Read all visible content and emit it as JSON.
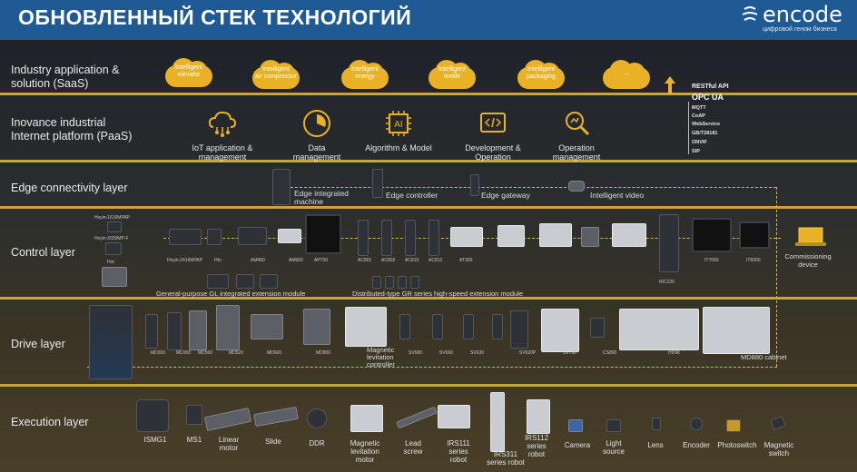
{
  "header": {
    "title": "ОБНОВЛЕННЫЙ СТЕК ТЕХНОЛОГИЙ",
    "brand_name": "encode",
    "brand_tagline": "цифровой геном бизнеса"
  },
  "layers": {
    "saas": {
      "label_line1": "Industry application &",
      "label_line2": "solution (SaaS)",
      "clouds": [
        {
          "l1": "Intelligent",
          "l2": "elevator"
        },
        {
          "l1": "Intelligent",
          "l2": "air compressor"
        },
        {
          "l1": "Intelligent",
          "l2": "energy"
        },
        {
          "l1": "Intelligent",
          "l2": "textile"
        },
        {
          "l1": "Intelligent",
          "l2": "packaging"
        },
        {
          "l1": "...",
          "l2": ""
        }
      ],
      "api_label": "RESTful API"
    },
    "paas": {
      "label_line1": "Inovance industrial",
      "label_line2": "Internet platform (PaaS)",
      "items": [
        {
          "l1": "IoT application &",
          "l2": "management"
        },
        {
          "l1": "Data",
          "l2": "management"
        },
        {
          "l1": "Algorithm & Model",
          "l2": ""
        },
        {
          "l1": "Development &",
          "l2": "Operation"
        },
        {
          "l1": "Operation",
          "l2": "management"
        }
      ],
      "protocols": [
        "OPC UA",
        "MQTT",
        "CoAP",
        "WebService",
        "GB/T28181",
        "ONVIF",
        "SIP"
      ]
    },
    "edge": {
      "label": "Edge connectivity layer",
      "items": [
        {
          "l1": "Edge integrated",
          "l2": "machine"
        },
        {
          "l1": "Edge controller",
          "l2": ""
        },
        {
          "l1": "Edge gateway",
          "l2": ""
        },
        {
          "l1": "Intelligent video",
          "l2": ""
        }
      ]
    },
    "control": {
      "label": "Control layer",
      "left_tags": [
        "Hxyin-1610MPAP",
        "Hxyin-2020MP-F",
        "Hor"
      ],
      "device_tags": [
        "Hxyin-2416MPAP",
        "Hfu",
        "AM400",
        "AM600",
        "AP700",
        "AC801",
        "AC802",
        "AC810",
        "AC812",
        "AT300",
        "IRC220",
        "IT7000",
        "IT6000"
      ],
      "ext1": "General-purpose GL integrated  extension module",
      "ext2": "Distributed-type GR series high-speed extension module",
      "comm_l1": "Commissioning",
      "comm_l2": "device"
    },
    "drive": {
      "label": "Drive layer",
      "device_tags": [
        "MD200",
        "MD300",
        "MD500",
        "MD520",
        "MD600",
        "MD800",
        "SV680",
        "SV660",
        "SV630",
        "SV620P",
        "SV700",
        "CS800",
        "HD9K"
      ],
      "mag_l1": "Magnetic",
      "mag_l2": "levitation",
      "mag_l3": "controller",
      "cabinet": "MD880 cabinet"
    },
    "execution": {
      "label": "Execution layer",
      "items": [
        {
          "l1": "ISMG1",
          "l2": ""
        },
        {
          "l1": "MS1",
          "l2": ""
        },
        {
          "l1": "Linear",
          "l2": "motor"
        },
        {
          "l1": "Slide",
          "l2": ""
        },
        {
          "l1": "DDR",
          "l2": ""
        },
        {
          "l1": "Magnetic",
          "l2": "levitation",
          "l3": "motor"
        },
        {
          "l1": "Lead",
          "l2": "screw"
        },
        {
          "l1": "IRS111",
          "l2": "series",
          "l3": "robot"
        },
        {
          "l1": "IRS311",
          "l2": "series robot"
        },
        {
          "l1": "IRS112",
          "l2": "series",
          "l3": "robot"
        },
        {
          "l1": "Camera",
          "l2": ""
        },
        {
          "l1": "Light",
          "l2": "source"
        },
        {
          "l1": "Lens",
          "l2": ""
        },
        {
          "l1": "Encoder",
          "l2": ""
        },
        {
          "l1": "Photoswitch",
          "l2": ""
        },
        {
          "l1": "Magnetic",
          "l2": "switch"
        }
      ]
    }
  },
  "colors": {
    "header": "#1f5a94",
    "accent": "#c8a43a",
    "cloud": "#e9b226"
  }
}
